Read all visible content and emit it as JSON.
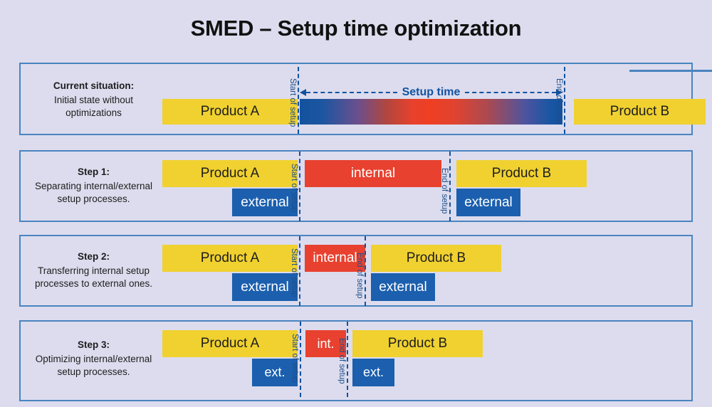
{
  "title": "SMED – Setup time optimization",
  "labels": {
    "start_of_setup": "Start of setup",
    "end_of_setup": "End of setup",
    "setup_time": "Setup time"
  },
  "colors": {
    "background": "#dcdcee",
    "panel_border": "#4a84c0",
    "product": "#f0d130",
    "external": "#1b5fae",
    "internal": "#e8412f",
    "marker": "#12529f",
    "title_text": "#111111"
  },
  "rows": [
    {
      "caption_head": "Current situation:",
      "caption_body": "Initial state without optimizations",
      "bars": [
        {
          "label": "Product A",
          "type": "product"
        },
        {
          "label": "",
          "type": "setup-gradient"
        },
        {
          "label": "Product B",
          "type": "product"
        }
      ],
      "has_setup_time_arrow": true
    },
    {
      "caption_head": "Step 1:",
      "caption_body": "Separating internal/external setup processes.",
      "bars": [
        {
          "label": "Product A",
          "type": "product"
        },
        {
          "label": "external",
          "type": "external"
        },
        {
          "label": "internal",
          "type": "internal"
        },
        {
          "label": "Product B",
          "type": "product"
        },
        {
          "label": "external",
          "type": "external"
        }
      ],
      "has_setup_time_arrow": false
    },
    {
      "caption_head": "Step 2:",
      "caption_body": "Transferring internal setup processes to external ones.",
      "bars": [
        {
          "label": "Product A",
          "type": "product"
        },
        {
          "label": "external",
          "type": "external"
        },
        {
          "label": "internal",
          "type": "internal"
        },
        {
          "label": "Product B",
          "type": "product"
        },
        {
          "label": "external",
          "type": "external"
        }
      ],
      "has_setup_time_arrow": false
    },
    {
      "caption_head": "Step 3:",
      "caption_body": "Optimizing internal/external setup processes.",
      "bars": [
        {
          "label": "Product A",
          "type": "product"
        },
        {
          "label": "ext.",
          "type": "external"
        },
        {
          "label": "int.",
          "type": "internal"
        },
        {
          "label": "Product B",
          "type": "product"
        },
        {
          "label": "ext.",
          "type": "external"
        }
      ],
      "has_setup_time_arrow": false
    }
  ]
}
